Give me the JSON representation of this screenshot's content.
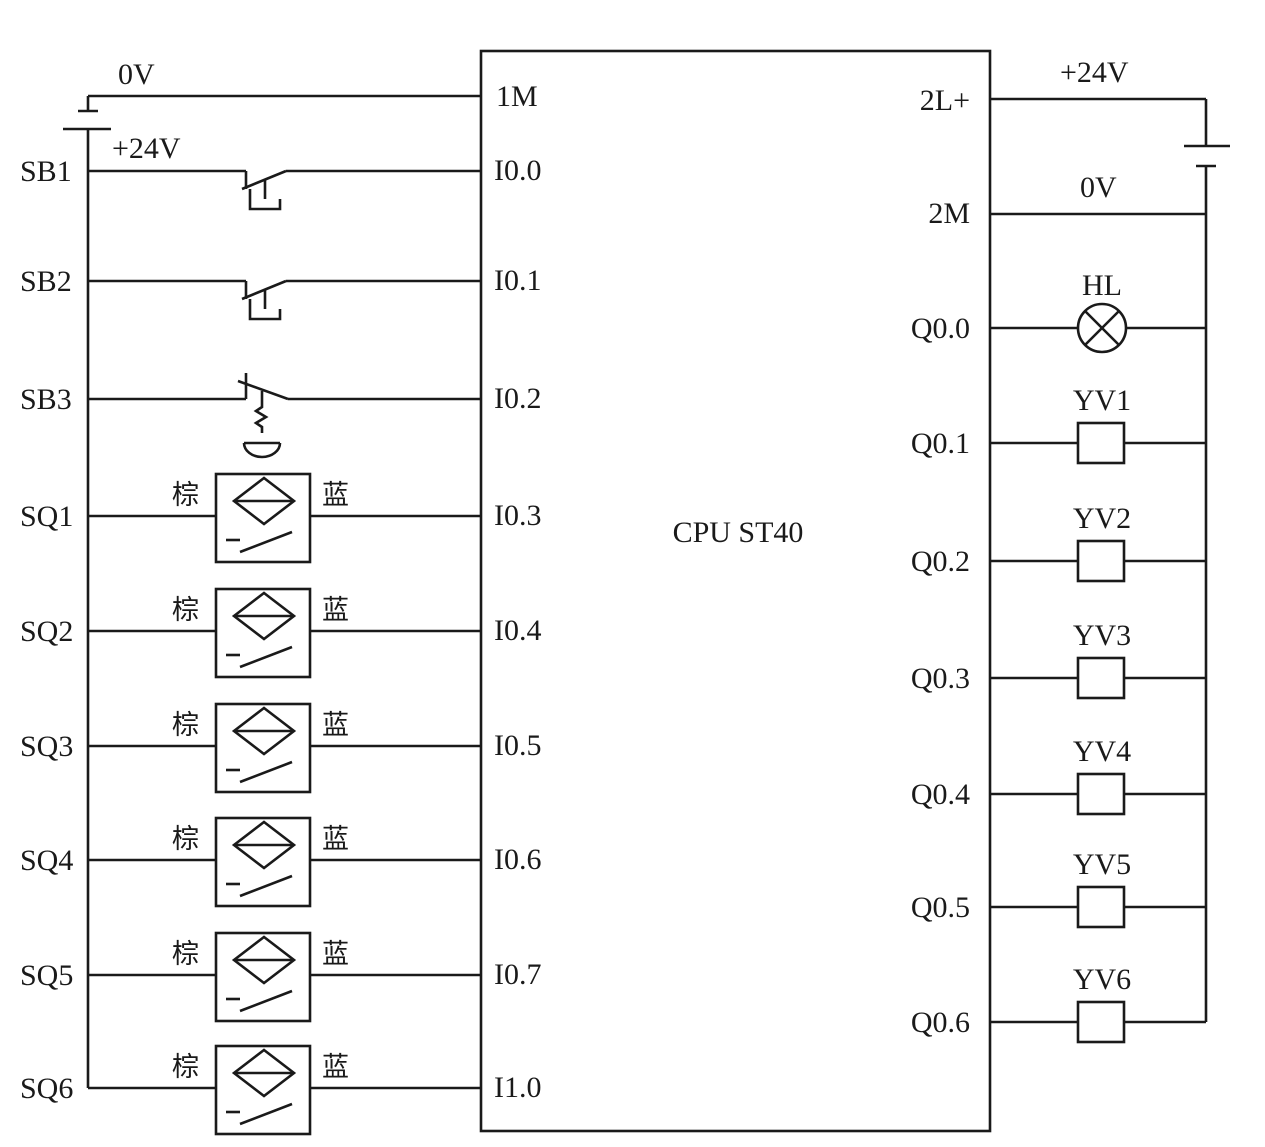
{
  "plc": {
    "label": "CPU ST40",
    "left_supply": {
      "zero_label": "0V",
      "plus_label": "+24V",
      "common_terminal": "1M"
    },
    "right_supply": {
      "plus_label": "+24V",
      "zero_label": "0V",
      "supply_terminal": "2L+",
      "common_terminal": "2M"
    }
  },
  "inputs": [
    {
      "device": "SB1",
      "terminal": "I0.0",
      "type": "pushbutton_no"
    },
    {
      "device": "SB2",
      "terminal": "I0.1",
      "type": "pushbutton_no"
    },
    {
      "device": "SB3",
      "terminal": "I0.2",
      "type": "emergency_stop_nc"
    },
    {
      "device": "SQ1",
      "terminal": "I0.3",
      "type": "proximity_sensor"
    },
    {
      "device": "SQ2",
      "terminal": "I0.4",
      "type": "proximity_sensor"
    },
    {
      "device": "SQ3",
      "terminal": "I0.5",
      "type": "proximity_sensor"
    },
    {
      "device": "SQ4",
      "terminal": "I0.6",
      "type": "proximity_sensor"
    },
    {
      "device": "SQ5",
      "terminal": "I0.7",
      "type": "proximity_sensor"
    },
    {
      "device": "SQ6",
      "terminal": "I1.0",
      "type": "proximity_sensor"
    }
  ],
  "sensor_wires": {
    "brown": "棕",
    "blue": "蓝"
  },
  "outputs": [
    {
      "terminal": "Q0.0",
      "device": "HL",
      "type": "lamp"
    },
    {
      "terminal": "Q0.1",
      "device": "YV1",
      "type": "solenoid"
    },
    {
      "terminal": "Q0.2",
      "device": "YV2",
      "type": "solenoid"
    },
    {
      "terminal": "Q0.3",
      "device": "YV3",
      "type": "solenoid"
    },
    {
      "terminal": "Q0.4",
      "device": "YV4",
      "type": "solenoid"
    },
    {
      "terminal": "Q0.5",
      "device": "YV5",
      "type": "solenoid"
    },
    {
      "terminal": "Q0.6",
      "device": "YV6",
      "type": "solenoid"
    }
  ]
}
